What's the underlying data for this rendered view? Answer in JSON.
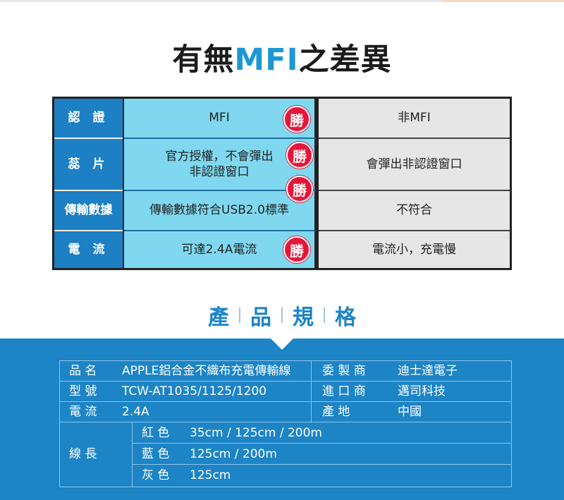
{
  "header": {
    "title_pre": "有無",
    "title_hl": "MFI",
    "title_post": "之差異"
  },
  "compare": {
    "rows": [
      {
        "label": "認 證",
        "mfi": "MFI",
        "non": "非MFI"
      },
      {
        "label": "蕊 片",
        "mfi_line1": "官方授權，不會彈出",
        "mfi_line2": "非認證窗口",
        "non": "會彈出非認證窗口"
      },
      {
        "label": "傳輸數據",
        "mfi": "傳輸數據符合USB2.0標準",
        "non": "不符合"
      },
      {
        "label": "電 流",
        "mfi": "可達2.4A電流",
        "non": "電流小，充電慢"
      }
    ],
    "win_badge": "勝"
  },
  "spec_heading": [
    "產",
    "品",
    "規",
    "格"
  ],
  "spec": {
    "name_label": "品 名",
    "name_value": "APPLE鋁合金不織布充電傳輸線",
    "model_label": "型 號",
    "model_value": "TCW-AT1035/1125/1200",
    "current_label": "電 流",
    "current_value": "2.4A",
    "maker_label": "委 製 商",
    "maker_value": "迪士達電子",
    "importer_label": "進 口 商",
    "importer_value": "邁司科技",
    "origin_label": "產 地",
    "origin_value": "中國",
    "length_label": "線 長",
    "lengths": [
      {
        "color": "紅 色",
        "value": "35cm / 125cm / 200m"
      },
      {
        "color": "藍 色",
        "value": "125cm / 200m"
      },
      {
        "color": "灰 色",
        "value": "125cm"
      }
    ]
  },
  "colors": {
    "accent_blue": "#1d97d4",
    "win_red": "#e3173a",
    "panel_blue": "#1d84c6",
    "mfi_cyan": "#7fd8ef"
  }
}
